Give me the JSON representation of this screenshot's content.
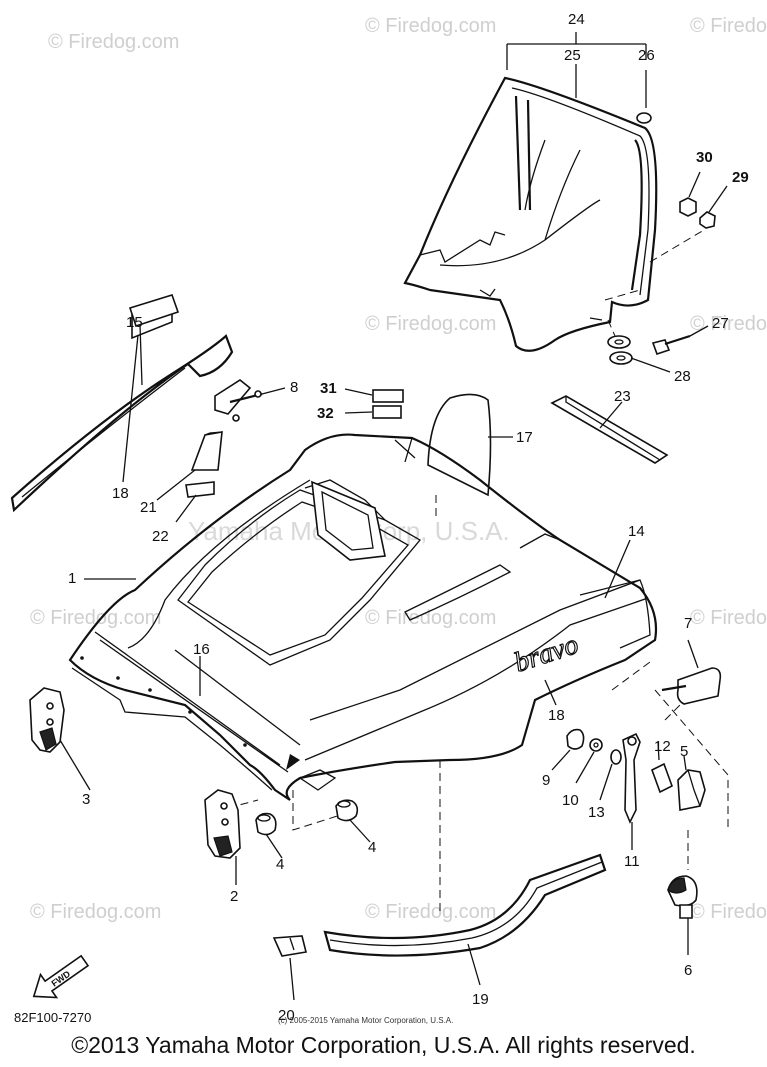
{
  "watermarks": {
    "firedog": "© Firedog.com",
    "firedog_short": "© Firedog",
    "center": "Yamaha Motor Corp, U.S.A."
  },
  "labels": {
    "p1": "1",
    "p2": "2",
    "p3": "3",
    "p4a": "4",
    "p4b": "4",
    "p5": "5",
    "p6": "6",
    "p7": "7",
    "p8": "8",
    "p9": "9",
    "p10": "10",
    "p11": "11",
    "p12": "12",
    "p13": "13",
    "p14": "14",
    "p15": "15",
    "p16": "16",
    "p17": "17",
    "p18a": "18",
    "p18b": "18",
    "p19": "19",
    "p20": "20",
    "p21": "21",
    "p22": "22",
    "p23": "23",
    "p24": "24",
    "p25": "25",
    "p26": "26",
    "p27": "27",
    "p28": "28",
    "p29": "29",
    "p30": "30",
    "p31": "31",
    "p32": "32"
  },
  "brand_decal": "bravo",
  "fwd_arrow": "FWD",
  "diagram_code": "82F100-7270",
  "small_copyright": "(c) 2005-2015 Yamaha Motor Corporation, U.S.A.",
  "copyright": "©2013 Yamaha Motor Corporation, U.S.A. All rights reserved."
}
